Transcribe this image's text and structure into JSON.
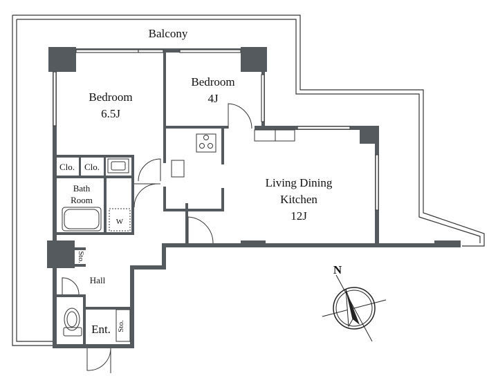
{
  "rooms": {
    "balcony": "Balcony",
    "bedroom1": {
      "name": "Bedroom",
      "size": "6.5J"
    },
    "bedroom2": {
      "name": "Bedroom",
      "size": "4J"
    },
    "ldk": {
      "line1": "Living Dining",
      "line2": "Kitchen",
      "size": "12J"
    },
    "closet_a": "Clo.",
    "closet_b": "Clo.",
    "bath_line1": "Bath",
    "bath_line2": "Room",
    "washer": "W",
    "storage_hall": "Sto.",
    "hall": "Hall",
    "entrance": "Ent.",
    "storage_ent": "Sto."
  },
  "compass": {
    "label": "N"
  },
  "colors": {
    "wall": "#555a5f",
    "line": "#333333"
  }
}
